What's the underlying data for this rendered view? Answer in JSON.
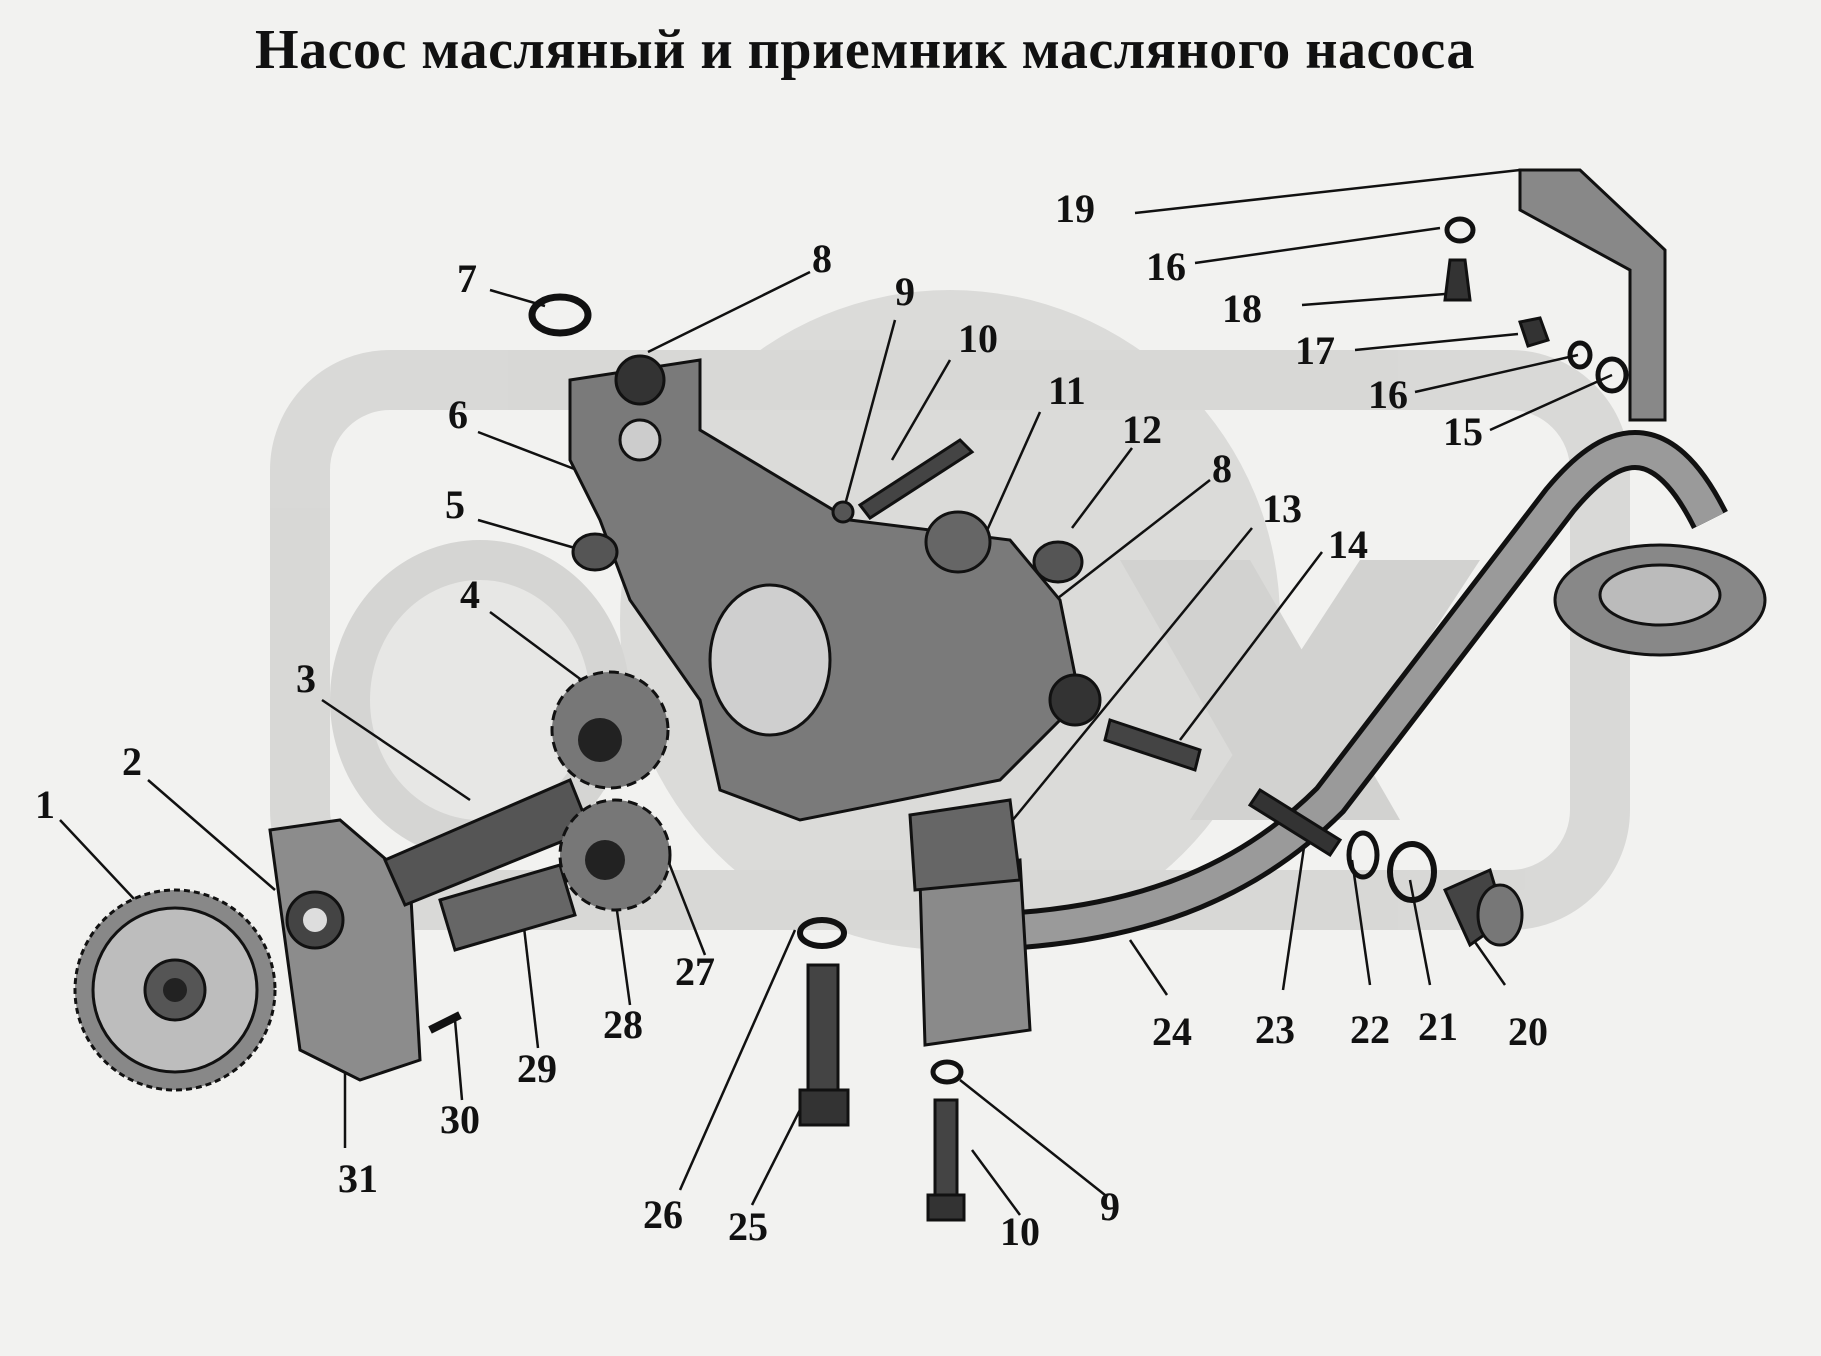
{
  "title": "Насос масляный и приемник масляного насоса",
  "labels": {
    "p1": "1",
    "p2": "2",
    "p3": "3",
    "p4": "4",
    "p5": "5",
    "p6": "6",
    "p7": "7",
    "p8a": "8",
    "p8b": "8",
    "p9a": "9",
    "p9b": "9",
    "p10a": "10",
    "p10b": "10",
    "p11": "11",
    "p12": "12",
    "p13": "13",
    "p14": "14",
    "p15": "15",
    "p16a": "16",
    "p16b": "16",
    "p17": "17",
    "p18": "18",
    "p19": "19",
    "p20": "20",
    "p21": "21",
    "p22": "22",
    "p23": "23",
    "p24": "24",
    "p25": "25",
    "p26": "26",
    "p27": "27",
    "p28": "28",
    "p29": "29",
    "p30": "30",
    "p31": "31"
  }
}
